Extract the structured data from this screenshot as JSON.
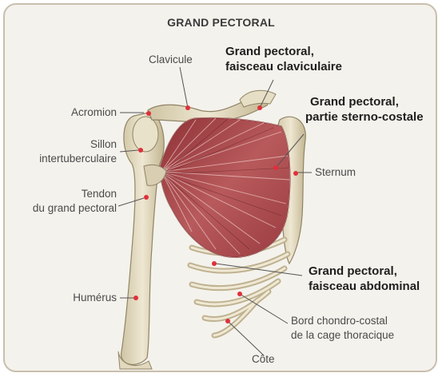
{
  "title": "GRAND PECTORAL",
  "labels": {
    "clavicule": "Clavicule",
    "pectoral_claviculaire_1": "Grand pectoral,",
    "pectoral_claviculaire_2": "faisceau claviculaire",
    "pectoral_sterno_1": "Grand pectoral,",
    "pectoral_sterno_2": "partie sterno-costale",
    "acromion": "Acromion",
    "sillon_1": "Sillon",
    "sillon_2": "intertuberculaire",
    "sternum": "Sternum",
    "tendon_1": "Tendon",
    "tendon_2": "du grand pectoral",
    "pectoral_abdominal_1": "Grand pectoral,",
    "pectoral_abdominal_2": "faisceau abdominal",
    "humerus": "Humérus",
    "bord_1": "Bord chondro-costal",
    "bord_2": "de la cage thoracique",
    "cote": "Côte"
  },
  "colors": {
    "background": "#f4f2ec",
    "border": "#c9bfae",
    "bone": "#e8e0c8",
    "bone_shadow": "#b7aa88",
    "muscle": "#a8464a",
    "muscle_dark": "#6e2327",
    "pointer_dot": "#e0303a"
  }
}
